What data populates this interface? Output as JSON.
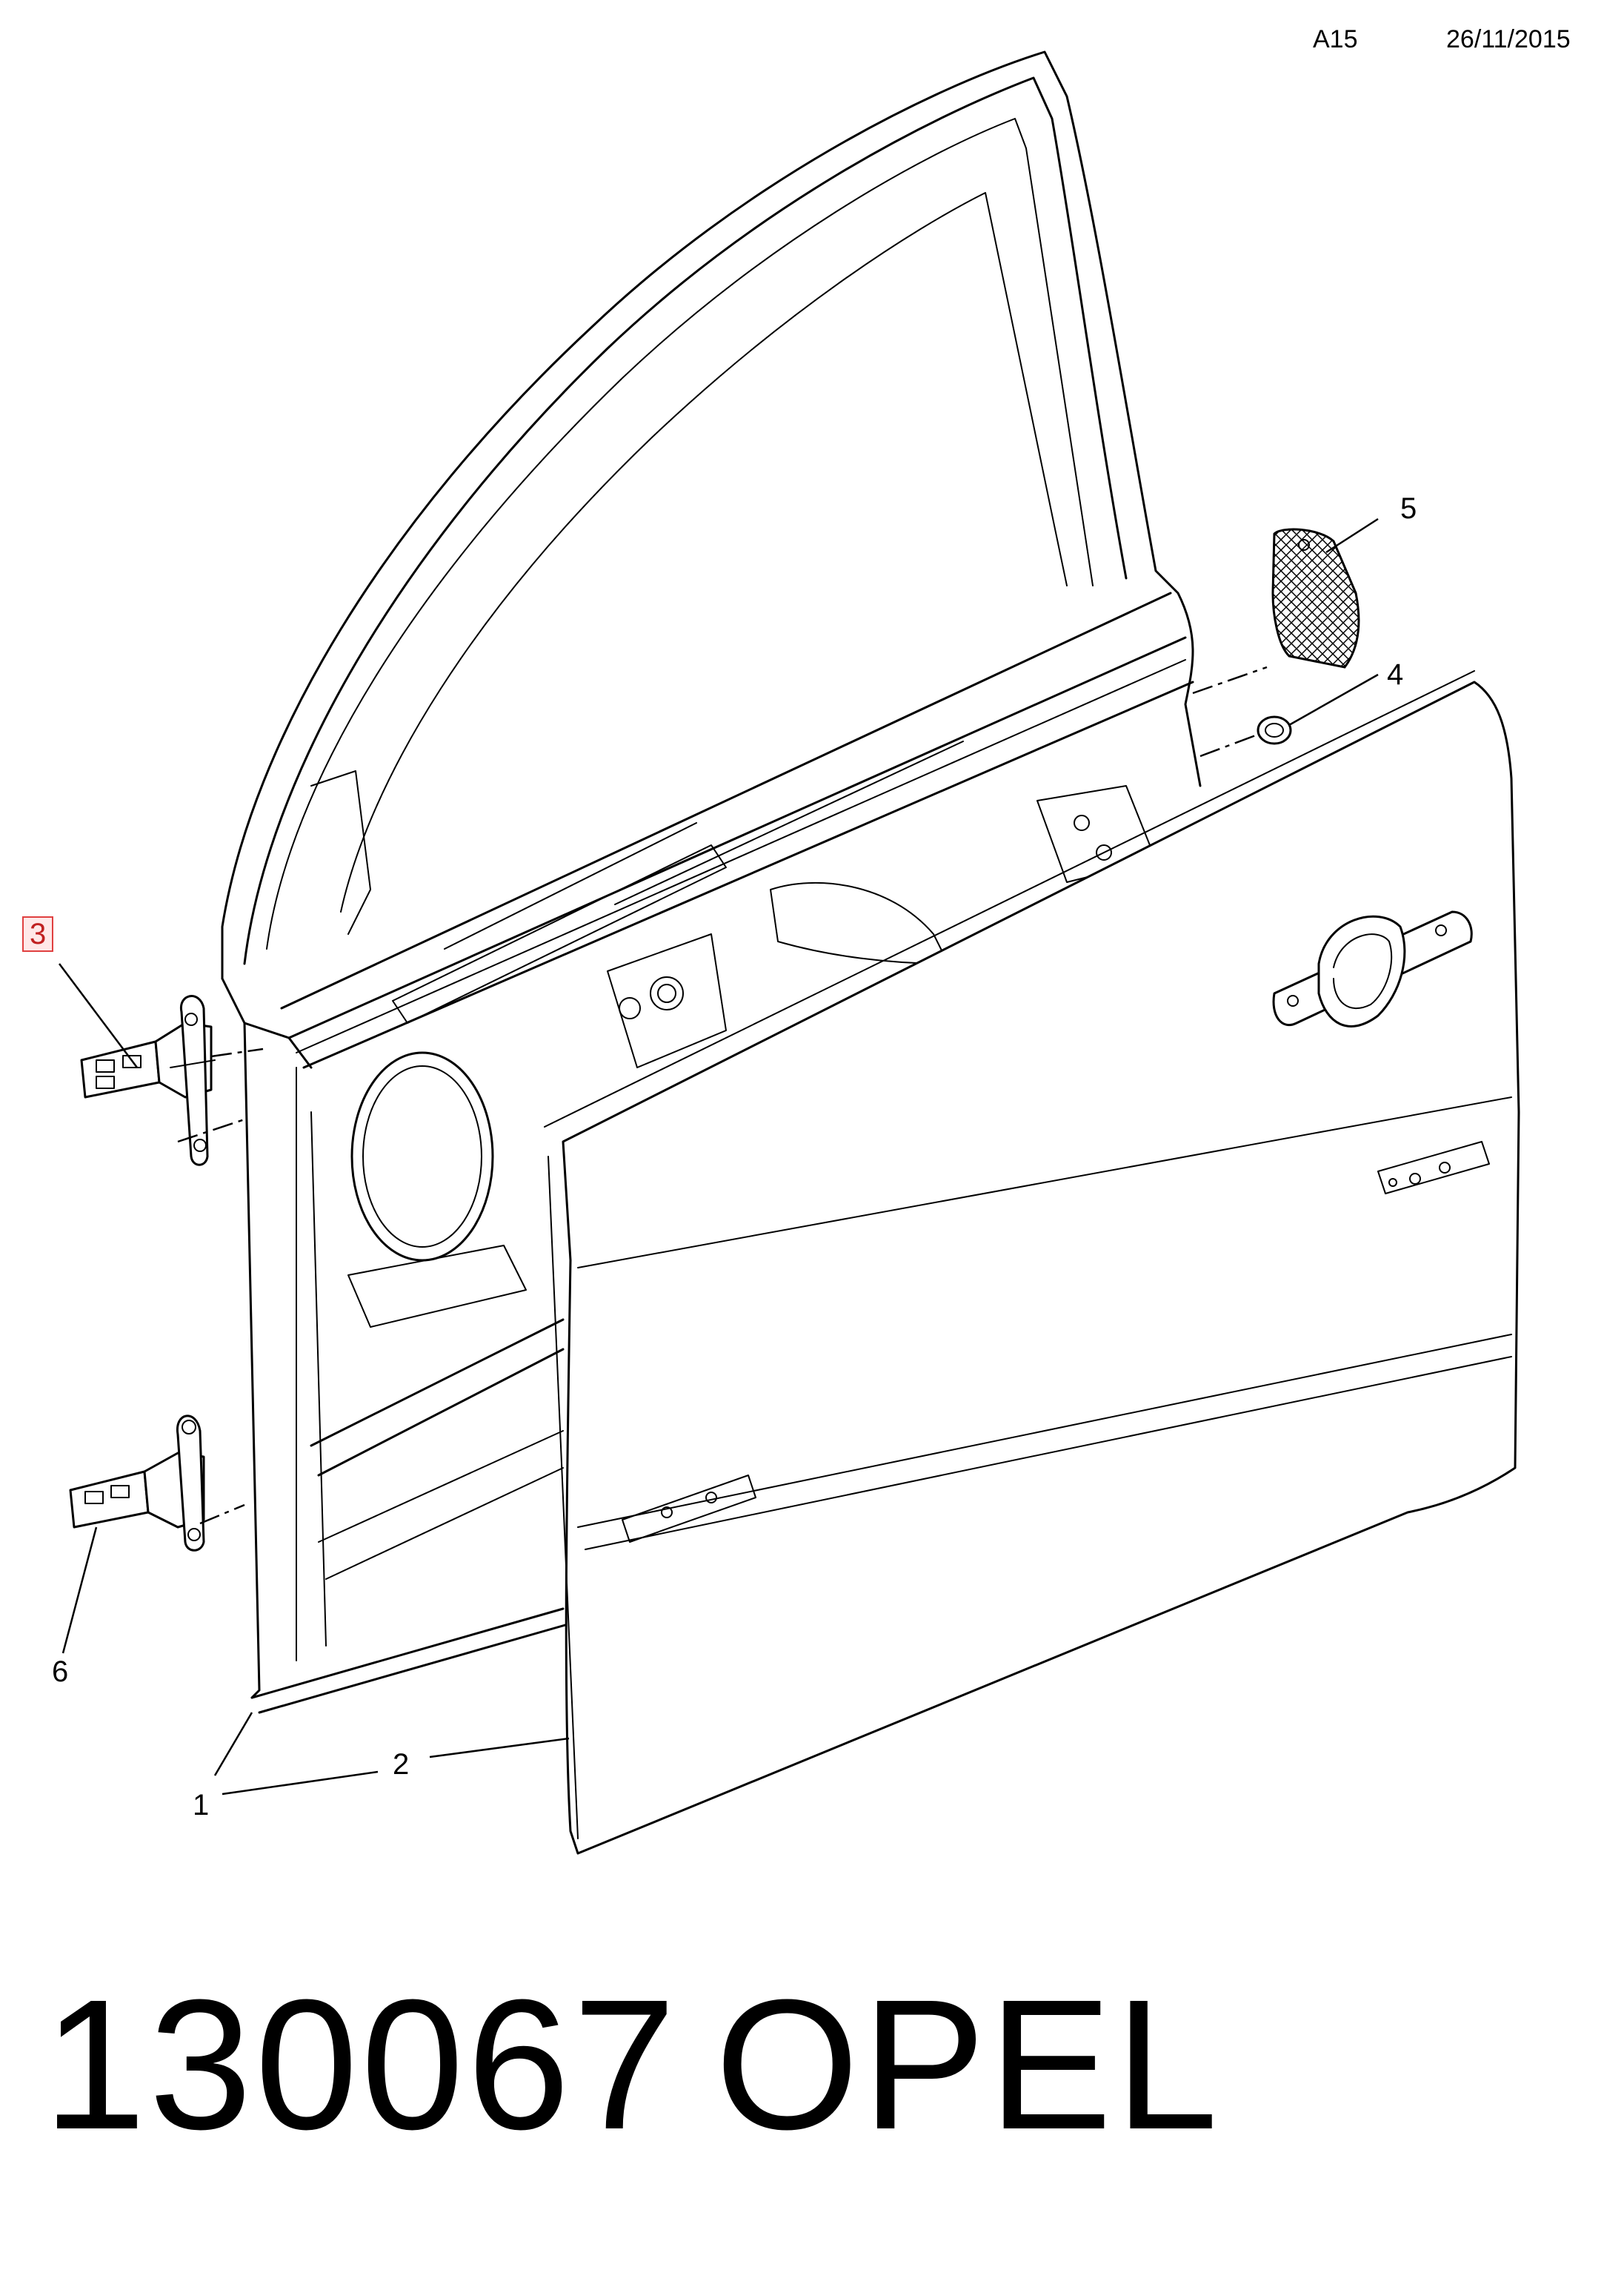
{
  "header": {
    "code": "A15",
    "date": "26/11/2015"
  },
  "callouts": [
    {
      "id": "1",
      "label": "1"
    },
    {
      "id": "2",
      "label": "2"
    },
    {
      "id": "3",
      "label": "3",
      "highlighted": true
    },
    {
      "id": "4",
      "label": "4"
    },
    {
      "id": "5",
      "label": "5"
    },
    {
      "id": "6",
      "label": "6"
    }
  ],
  "footer": {
    "part_number": "130067",
    "brand": "OPEL"
  },
  "colors": {
    "highlight_border": "#e04040",
    "highlight_fill": "#ffe8e8",
    "line": "#000000"
  }
}
